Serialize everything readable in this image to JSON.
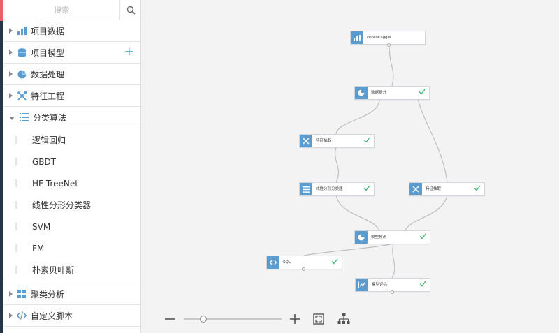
{
  "search": {
    "placeholder": "搜索"
  },
  "sidebar": {
    "categories_top": [
      {
        "label": "项目数据",
        "icon": "bar-chart-icon"
      },
      {
        "label": "项目模型",
        "icon": "database-icon"
      },
      {
        "label": "数据处理",
        "icon": "pie-chart-icon"
      },
      {
        "label": "特征工程",
        "icon": "tools-icon"
      }
    ],
    "open_category": {
      "label": "分类算法",
      "icon": "list-icon",
      "items": [
        "逻辑回归",
        "GBDT",
        "HE-TreeNet",
        "线性分形分类器",
        "SVM",
        "FM",
        "朴素贝叶斯"
      ]
    },
    "categories_bottom": [
      {
        "label": "聚类分析",
        "icon": "grid-icon"
      },
      {
        "label": "自定义脚本",
        "icon": "code-icon"
      }
    ]
  },
  "nodes": {
    "criteo": {
      "label": "criteoKaggle",
      "icon": "bar-chart-icon"
    },
    "split": {
      "label": "数据拆分",
      "icon": "pie-chart-icon"
    },
    "extract1": {
      "label": "特征抽取",
      "icon": "tools-icon"
    },
    "linear": {
      "label": "线性分形分类器",
      "icon": "list-icon"
    },
    "extract2": {
      "label": "特征抽取",
      "icon": "tools-icon"
    },
    "predict": {
      "label": "模型预测",
      "icon": "pie-chart-icon"
    },
    "sql": {
      "label": "SQL",
      "icon": "code-icon"
    },
    "eval": {
      "label": "模型评估",
      "icon": "line-chart-icon"
    }
  },
  "zoom": {
    "level": 0.2
  },
  "colors": {
    "accent": "#5a9bd0",
    "check": "#3cb371",
    "brand_strip": "#e8606a",
    "dark_strip": "#253545"
  }
}
